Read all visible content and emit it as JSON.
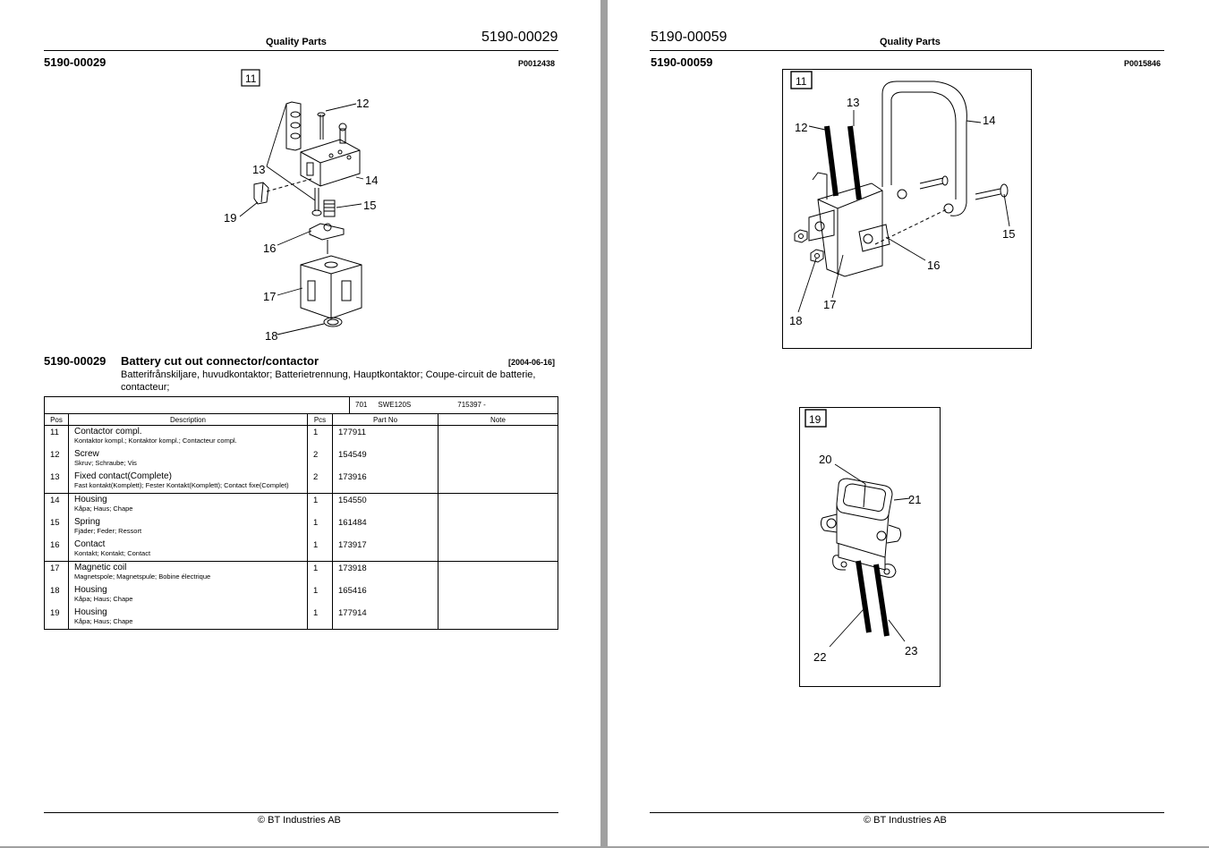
{
  "left_page": {
    "header_title": "Quality Parts",
    "header_number": "5190-00029",
    "sub_number": "5190-00029",
    "pic_code": "P0012438",
    "figure": {
      "box_label": "11",
      "callouts": [
        "12",
        "13",
        "14",
        "15",
        "16",
        "17",
        "18",
        "19"
      ]
    },
    "section": {
      "number": "5190-00029",
      "title": "Battery cut out connector/contactor",
      "date": "[2004-06-16]",
      "translation_line1": "Batterifrånskiljare, huvudkontaktor; Batterietrennung, Hauptkontaktor; Coupe-circuit de batterie,",
      "translation_line2": "contacteur;"
    },
    "table": {
      "model_code": "701",
      "model_name": "SWE120S",
      "model_serial": "715397 -",
      "columns": [
        "Pos",
        "Description",
        "Pcs",
        "Part No",
        "Note"
      ],
      "groups": [
        [
          {
            "pos": "11",
            "desc": "Contactor compl.",
            "sub": "Kontaktor kompl.; Kontaktor kompl.; Contacteur compl.",
            "pcs": "1",
            "part": "177911",
            "note": ""
          },
          {
            "pos": "12",
            "desc": "Screw",
            "sub": "Skruv; Schraube; Vis",
            "pcs": "2",
            "part": "154549",
            "note": ""
          },
          {
            "pos": "13",
            "desc": "Fixed contact(Complete)",
            "sub": "Fast kontakt(Komplett); Fester Kontakt(Komplett); Contact fixe(Complet)",
            "pcs": "2",
            "part": "173916",
            "note": ""
          }
        ],
        [
          {
            "pos": "14",
            "desc": "Housing",
            "sub": "Kåpa; Haus; Chape",
            "pcs": "1",
            "part": "154550",
            "note": ""
          },
          {
            "pos": "15",
            "desc": "Spring",
            "sub": "Fjäder; Feder; Ressort",
            "pcs": "1",
            "part": "161484",
            "note": ""
          },
          {
            "pos": "16",
            "desc": "Contact",
            "sub": "Kontakt; Kontakt; Contact",
            "pcs": "1",
            "part": "173917",
            "note": ""
          }
        ],
        [
          {
            "pos": "17",
            "desc": "Magnetic coil",
            "sub": "Magnetspole; Magnetspule; Bobine électrique",
            "pcs": "1",
            "part": "173918",
            "note": ""
          },
          {
            "pos": "18",
            "desc": "Housing",
            "sub": "Kåpa; Haus; Chape",
            "pcs": "1",
            "part": "165416",
            "note": ""
          },
          {
            "pos": "19",
            "desc": "Housing",
            "sub": "Kåpa; Haus; Chape",
            "pcs": "1",
            "part": "177914",
            "note": ""
          }
        ]
      ]
    },
    "footer": "© BT Industries AB"
  },
  "right_page": {
    "header_title": "Quality Parts",
    "header_number": "5190-00059",
    "sub_number": "5190-00059",
    "pic_code": "P0015846",
    "figure1": {
      "box_label": "11",
      "callouts": [
        "12",
        "13",
        "14",
        "15",
        "16",
        "17",
        "18"
      ]
    },
    "figure2": {
      "box_label": "19",
      "callouts": [
        "20",
        "21",
        "22",
        "23"
      ]
    },
    "footer": "© BT Industries AB"
  },
  "colors": {
    "background": "#a0a0a0",
    "page": "#ffffff",
    "ink": "#000000"
  }
}
